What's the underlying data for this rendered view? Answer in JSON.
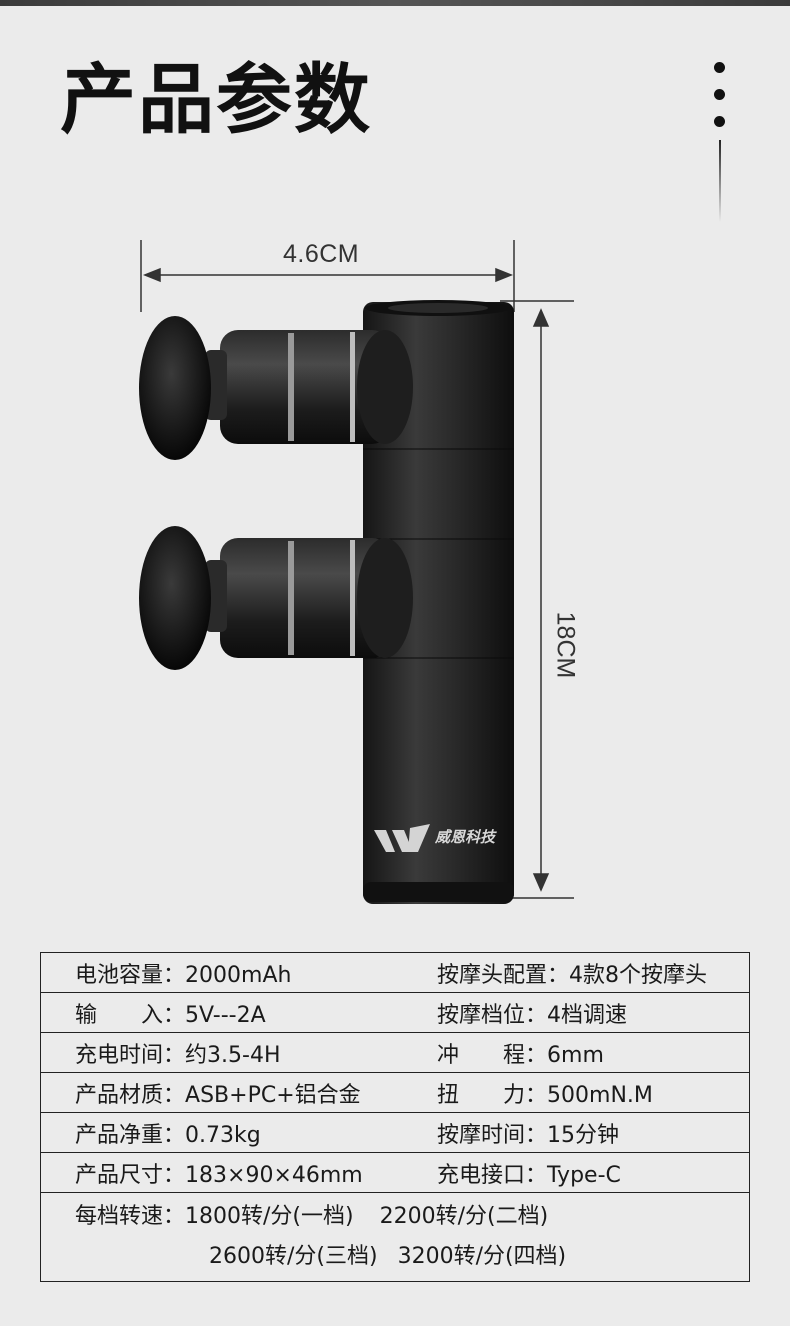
{
  "title": "产品参数",
  "dimensions": {
    "width": "4.6CM",
    "height": "18CM"
  },
  "brand": {
    "name": "威恩科技",
    "logo_icon": "w-logo-icon"
  },
  "specs": [
    [
      {
        "label": "电池容量",
        "value": "2000mAh"
      },
      {
        "label": "按摩头配置",
        "value": "4款8个按摩头"
      }
    ],
    [
      {
        "label": "输　　入",
        "value": "5V---2A"
      },
      {
        "label": "按摩档位",
        "value": "4档调速"
      }
    ],
    [
      {
        "label": "充电时间",
        "value": "约3.5-4H"
      },
      {
        "label": "冲　　程",
        "value": "6mm"
      }
    ],
    [
      {
        "label": "产品材质",
        "value": "ASB+PC+铝合金"
      },
      {
        "label": "扭　　力",
        "value": "500mN.M"
      }
    ],
    [
      {
        "label": "产品净重",
        "value": "0.73kg"
      },
      {
        "label": "按摩时间",
        "value": "15分钟"
      }
    ],
    [
      {
        "label": "产品尺寸",
        "value": "183×90×46mm"
      },
      {
        "label": "充电接口",
        "value": "Type-C"
      }
    ]
  ],
  "speed": {
    "label": "每档转速",
    "line1a": "1800转/分(一档)",
    "line1b": "2200转/分(二档)",
    "line2a": "2600转/分(三档)",
    "line2b": "3200转/分(四档)"
  }
}
